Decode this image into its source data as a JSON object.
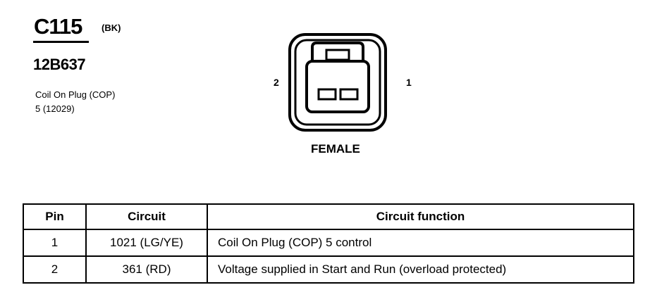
{
  "header": {
    "connector_id": "C115",
    "color_code": "(BK)",
    "part_number": "12B637",
    "description_line1": "Coil On Plug (COP)",
    "description_line2": "5 (12029)"
  },
  "connector_view": {
    "pin_label_left": "2",
    "pin_label_right": "1",
    "gender": "FEMALE"
  },
  "pin_table": {
    "columns": [
      "Pin",
      "Circuit",
      "Circuit function"
    ],
    "rows": [
      {
        "pin": "1",
        "circuit": "1021 (LG/YE)",
        "function": "Coil On Plug (COP) 5  control"
      },
      {
        "pin": "2",
        "circuit": "361 (RD)",
        "function": "Voltage supplied in Start and Run (overload protected)"
      }
    ]
  }
}
